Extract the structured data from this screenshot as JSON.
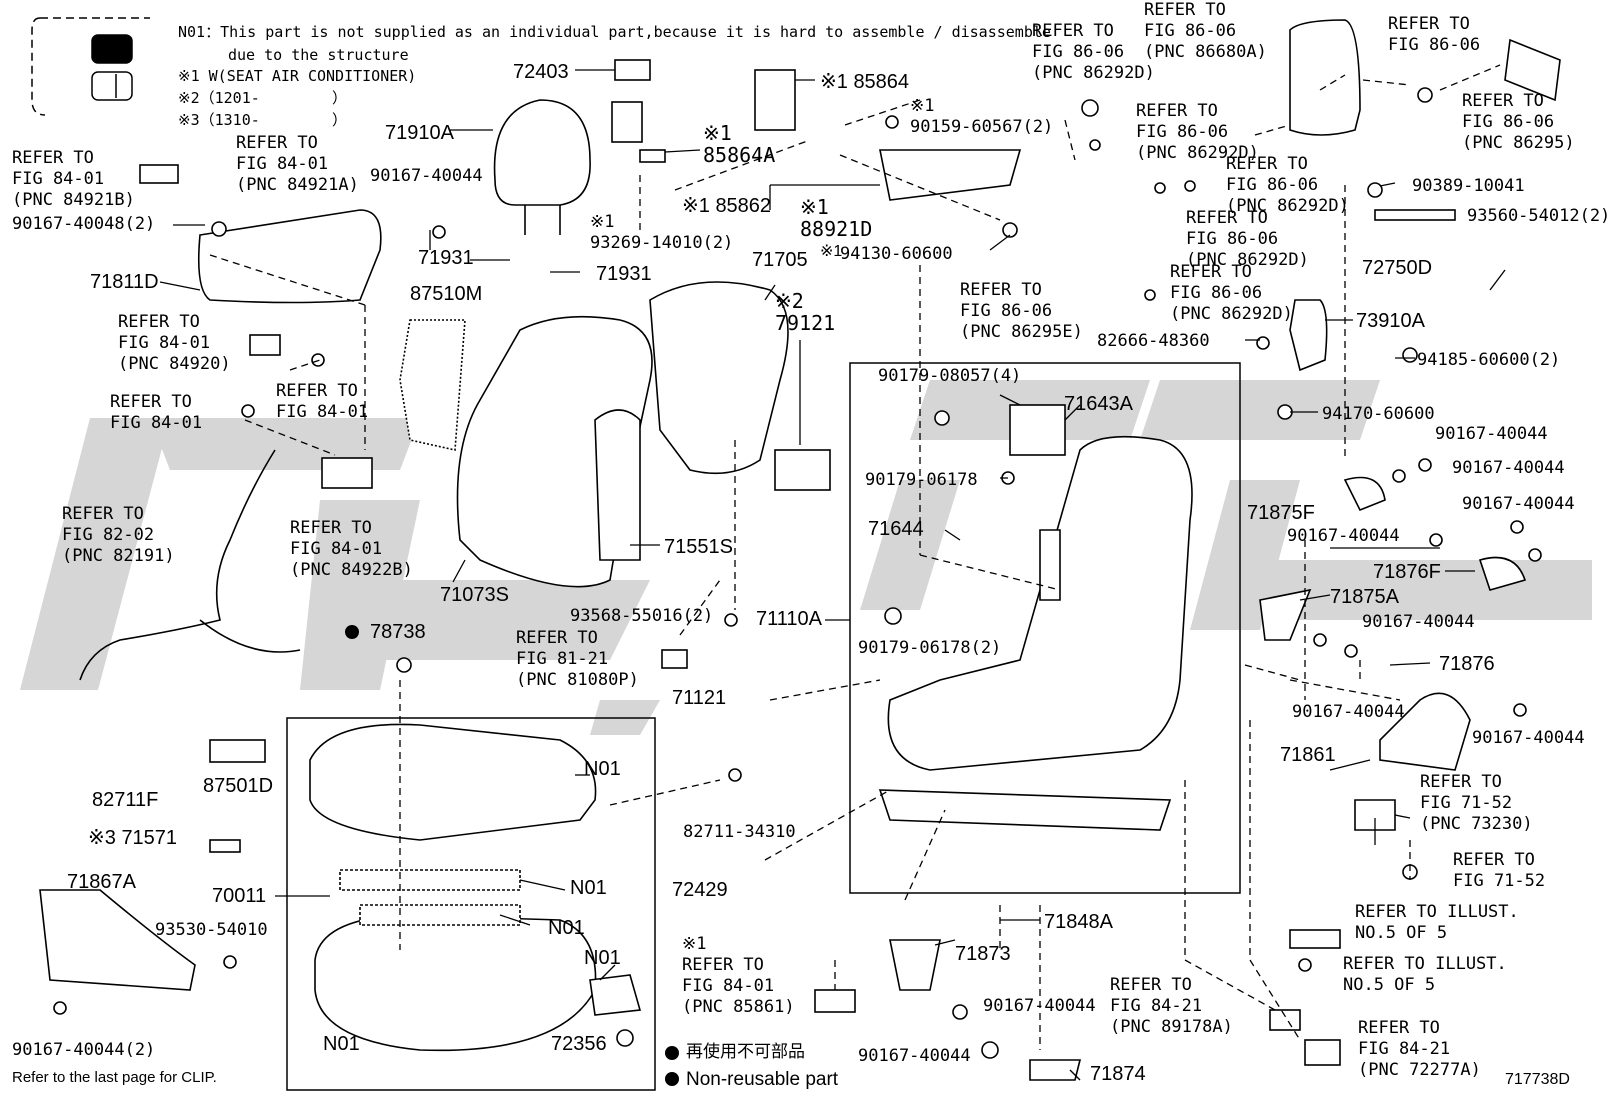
{
  "notes": {
    "n01": "N01：This part is not supplied as an individual part,because it is hard to assemble / disassemble",
    "n01_cont": "due to the structure",
    "k1": "※1 W(SEAT AIR CONDITIONER)",
    "k2": "※2（1201-        ）",
    "k3": "※3（1310-        ）"
  },
  "parts": {
    "p72403": "72403",
    "p85864": "※1 85864",
    "p85864a": "※1\n85864A",
    "p85862": "※1 85862",
    "p88921d": "※1\n88921D",
    "p93269": "※1\n93269-14010(2)",
    "p90159": "※1\n90159-60567(2)",
    "p94130": "94130-60600",
    "p94130k": "※1",
    "p71910a": "71910A",
    "p90167_40044_a": "90167-40044",
    "p90167_40048": "90167-40048(2)",
    "p71931a": "71931",
    "p71931b": "71931",
    "p71811d": "71811D",
    "p87510m": "87510M",
    "p71705": "71705",
    "p79121": "※2\n79121",
    "p71551s": "71551S",
    "p71073s": "71073S",
    "p93568": "93568-55016(2)",
    "p78738": "78738",
    "p71110a": "71110A",
    "p71121": "71121",
    "p82711f": "82711F",
    "p87501d": "87501D",
    "p71571": "※3 71571",
    "p70011": "70011",
    "p71867a": "71867A",
    "p93530": "93530-54010",
    "p90167_2": "90167-40044(2)",
    "p82711_34310": "82711-34310",
    "p72429": "72429",
    "p72356": "72356",
    "n01_1": "N01",
    "n01_2": "N01",
    "n01_3": "N01",
    "n01_4": "N01",
    "n01_5": "N01",
    "p90179_08057": "90179-08057(4)",
    "p71643a": "71643A",
    "p90179_06178": "90179-06178",
    "p71644": "71644",
    "p90179_06178_2": "90179-06178(2)",
    "p71848a": "71848A",
    "p71873": "71873",
    "p90167_40044_b": "90167-40044",
    "p90167_40044_c": "90167-40044",
    "p71874": "71874",
    "p90389": "90389-10041",
    "p93560": "93560-54012(2)",
    "p72750d": "72750D",
    "p82666": "82666-48360",
    "p73910a": "73910A",
    "p94185": "94185-60600(2)",
    "p94170": "94170-60600",
    "p90167_r1": "90167-40044",
    "p90167_r2": "90167-40044",
    "p90167_r3": "90167-40044",
    "p71875f": "71875F",
    "p90167_r4": "90167-40044",
    "p71876f": "71876F",
    "p71875a": "71875A",
    "p90167_r5": "90167-40044",
    "p71876": "71876",
    "p90167_r6": "90167-40044",
    "p71861": "71861",
    "p90167_r7": "90167-40044"
  },
  "refs": {
    "r_84921b": "REFER TO\nFIG 84-01\n(PNC 84921B)",
    "r_84921a": "REFER TO\nFIG 84-01\n(PNC 84921A)",
    "r_84920": "REFER TO\nFIG 84-01\n(PNC 84920)",
    "r_8401a": "REFER TO\nFIG 84-01",
    "r_8401b": "REFER TO\nFIG 84-01",
    "r_84922b": "REFER TO\nFIG 84-01\n(PNC 84922B)",
    "r_82191": "REFER TO\nFIG 82-02\n(PNC 82191)",
    "r_81080p": "REFER TO\nFIG 81-21\n(PNC 81080P)",
    "r_85861": "※1\nREFER TO\nFIG 84-01\n(PNC 85861)",
    "r_86292d_a": "REFER TO\nFIG 86-06\n(PNC 86292D)",
    "r_86680a": "REFER TO\nFIG 86-06\n(PNC 86680A)",
    "r_8606": "REFER TO\nFIG 86-06",
    "r_86295": "REFER TO\nFIG 86-06\n(PNC 86295)",
    "r_86292d_b": "REFER TO\nFIG 86-06\n(PNC 86292D)",
    "r_86292d_c": "REFER TO\nFIG 86-06\n(PNC 86292D)",
    "r_86292d_d": "REFER TO\nFIG 86-06\n(PNC 86292D)",
    "r_86292d_e": "REFER TO\nFIG 86-06\n(PNC 86292D)",
    "r_86295e": "REFER TO\nFIG 86-06\n(PNC 86295E)",
    "r_73230": "REFER TO\nFIG 71-52\n(PNC 73230)",
    "r_7152": "REFER TO\nFIG 71-52",
    "r_illust1": "REFER TO ILLUST.\nNO.5 OF 5",
    "r_illust2": "REFER TO ILLUST.\nNO.5 OF 5",
    "r_89178a": "REFER TO\nFIG 84-21\n(PNC 89178A)",
    "r_72277a": "REFER TO\nFIG 84-21\n(PNC 72277A)"
  },
  "footer": {
    "clip": "Refer to the last page for CLIP.",
    "jp": "再使用不可部品",
    "nonreusable": "Non-reusable part",
    "code": "717738D"
  },
  "colors": {
    "ink": "#000000",
    "watermark": "#cfcfcf",
    "fill": "#ffffff"
  }
}
